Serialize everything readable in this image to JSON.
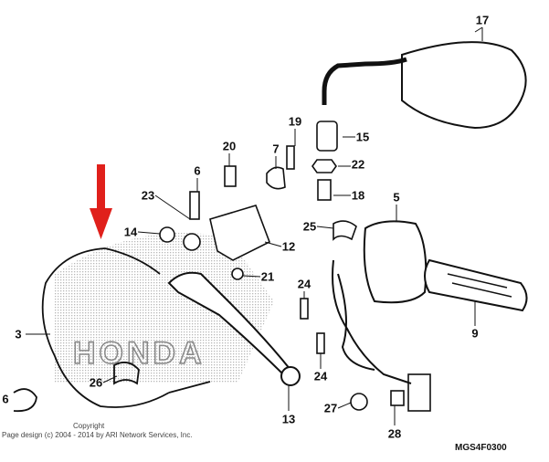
{
  "diagram": {
    "part_labels": [
      "17",
      "19",
      "15",
      "20",
      "7",
      "6",
      "22",
      "23",
      "18",
      "5",
      "14",
      "25",
      "12",
      "21",
      "24",
      "3",
      "9",
      "24",
      "26",
      "6",
      "27",
      "13",
      "28"
    ],
    "copyright_line1": "Copyright",
    "copyright_line2": "Page design (c) 2004 - 2014 by ARI Network Services, Inc.",
    "diagram_code": "MGS4F0300",
    "watermark": "HONDA",
    "arrow_color": "#e0201b"
  }
}
